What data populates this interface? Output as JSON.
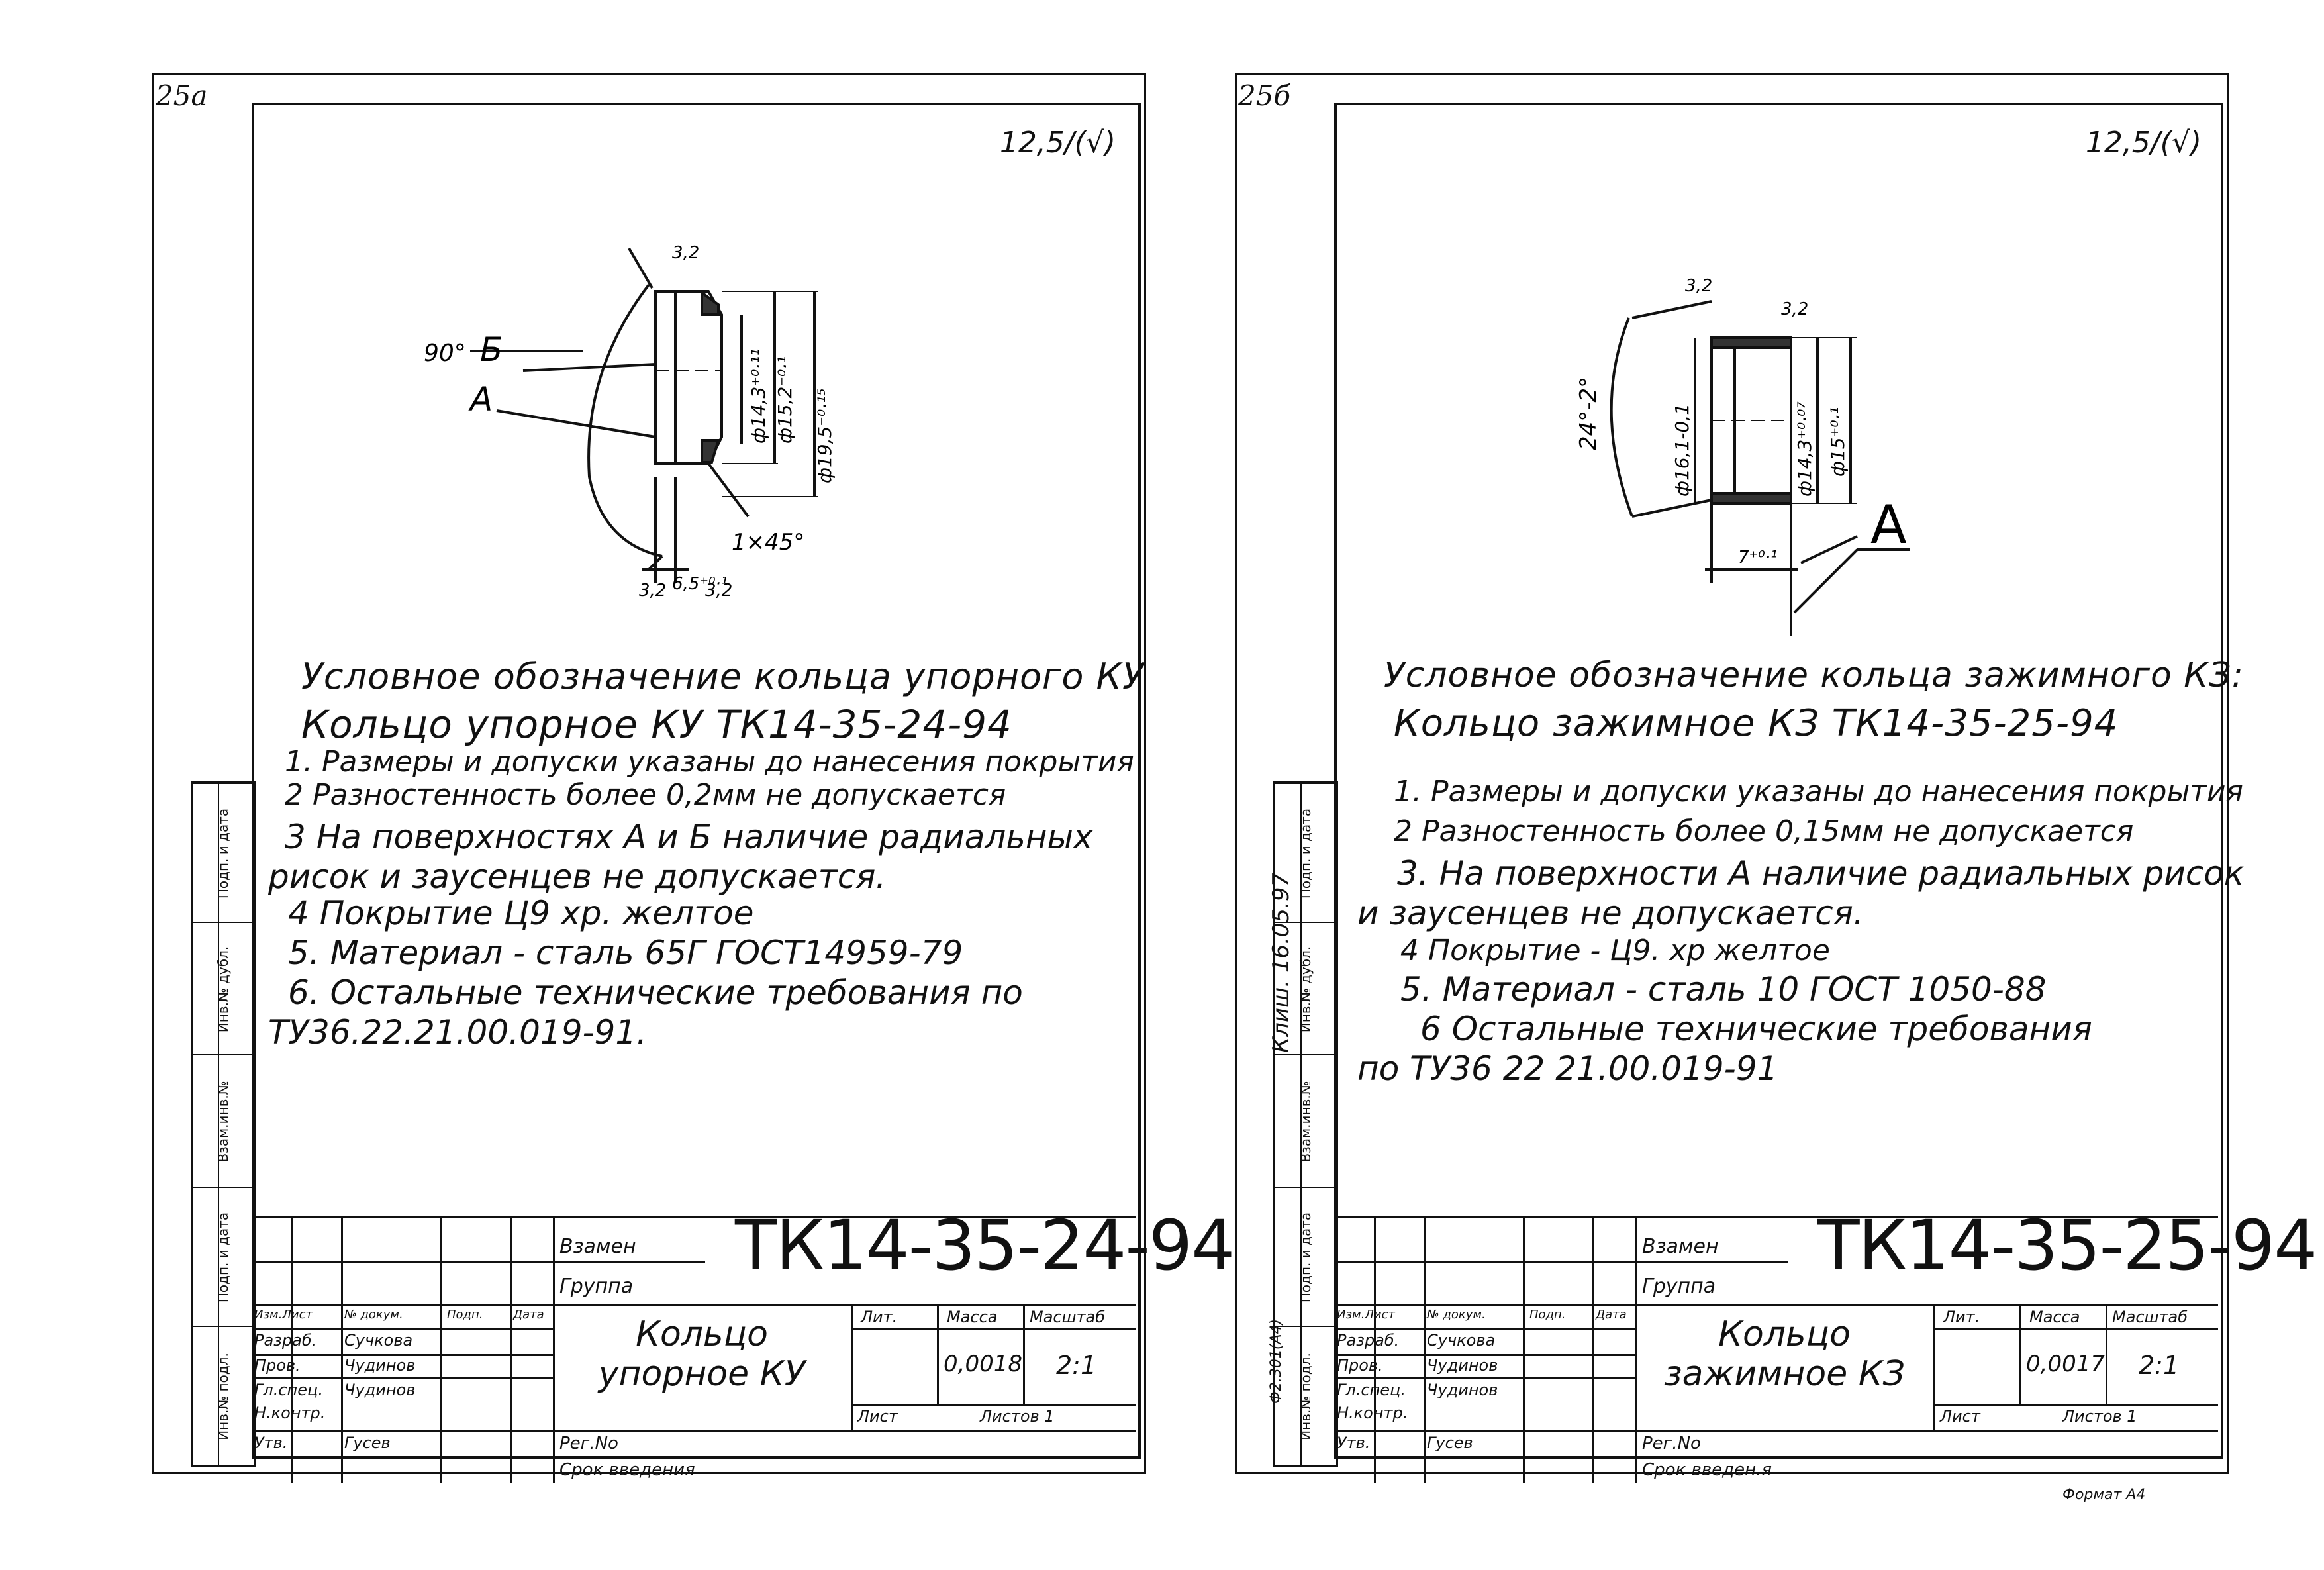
{
  "left": {
    "page_number": "25а",
    "roughness": "12,5/(√)",
    "dims": {
      "angle": "90°",
      "surf_b": "Б",
      "surf_a": "А",
      "rough1": "3,2",
      "rough2": "3,2",
      "rough3": "3,2",
      "d1": "ф14,3⁺⁰·¹¹",
      "d2": "ф15,2⁻⁰·¹",
      "d3": "ф19,5⁻⁰·¹⁵",
      "chamfer": "1×45°",
      "width": "6,5⁺⁰·¹"
    },
    "designation_title": "Условное обозначение кольца упорного КУ",
    "designation": "Кольцо упорное КУ ТК14-35-24-94",
    "notes": [
      "1. Размеры и допуски указаны до нанесения покрытия",
      "2 Разностенность более 0,2мм не допускается",
      "3 На поверхностях А и Б наличие радиальных",
      "рисок и заусенцев не допускается.",
      "4 Покрытие  Ц9 хр. желтое",
      "5. Материал - сталь 65Г ГОСТ14959-79",
      "6. Остальные  технические требования по",
      "ТУ36.22.21.00.019-91."
    ],
    "side_labels": [
      "Подп. и дата",
      "Инв.№ дубл.",
      "Взам.инв.№",
      "Подп. и дата",
      "Инв.№ подл."
    ],
    "stamp": {
      "code": "ТК14-35-24-94",
      "vzamen": "Взамен",
      "gruppa": "Группа",
      "name_line1": "Кольцо",
      "name_line2": "упорное КУ",
      "lit": "Лит.",
      "massa_label": "Масса",
      "masshtab_label": "Масштаб",
      "massa": "0,0018",
      "masshtab": "2:1",
      "list": "Лист",
      "listov": "Листов 1",
      "reg_no": "Рег.No",
      "data_vved": "Срок введения",
      "roles": [
        "Изм.Лист",
        "Разраб.",
        "Пров.",
        "Гл.спец.",
        "Н.контр.",
        "Утв."
      ],
      "cols": [
        "№ докум.",
        "Подп.",
        "Дата"
      ],
      "names": [
        "Сучкова",
        "Чудинов",
        "Чудинов",
        "Гусев"
      ]
    }
  },
  "right": {
    "page_number": "25б",
    "roughness": "12,5/(√)",
    "dims": {
      "angle": "24°-2°",
      "rough1": "3,2",
      "rough2": "3,2",
      "d1": "ф16,1-0,1",
      "d2": "ф14,3⁺⁰·⁰⁷",
      "d3": "ф15⁺⁰·¹",
      "width": "7⁺⁰·¹",
      "surf_a": "А"
    },
    "designation_title": "Условное обозначение кольца зажимного КЗ:",
    "designation": "Кольцо зажимное КЗ ТК14-35-25-94",
    "notes": [
      "1. Размеры и допуски указаны до нанесения покрытия",
      "2 Разностенность более 0,15мм не допускается",
      "3. На поверхности А наличие радиальных рисок",
      "и заусенцев не допускается.",
      "4 Покрытие - Ц9. хр желтое",
      "5. Материал - сталь 10 ГОСТ 1050-88",
      "6 Остальные  технические требования",
      "по ТУ36 22 21.00.019-91"
    ],
    "vertical_note": "Клиш. 16.05.97",
    "format_code": "Ф2.301(А4)",
    "side_labels": [
      "Подп. и дата",
      "Инв.№ дубл.",
      "Взам.инв.№",
      "Подп. и дата",
      "Инв.№ подл."
    ],
    "stamp": {
      "code": "ТК14-35-25-94",
      "vzamen": "Взамен",
      "gruppa": "Группа",
      "name_line1": "Кольцо",
      "name_line2": "зажимное КЗ",
      "lit": "Лит.",
      "massa_label": "Масса",
      "masshtab_label": "Масштаб",
      "massa": "0,0017",
      "masshtab": "2:1",
      "list": "Лист",
      "listov": "Листов 1",
      "reg_no": "Рег.No",
      "data_vved": "Срок введен.я",
      "format": "Формат А4",
      "roles": [
        "Изм.Лист",
        "Разраб.",
        "Пров.",
        "Гл.спец.",
        "Н.контр.",
        "Утв."
      ],
      "cols": [
        "№ докум.",
        "Подп.",
        "Дата"
      ],
      "names": [
        "Сучкова",
        "Чудинов",
        "Чудинов",
        "Гусев"
      ]
    }
  }
}
